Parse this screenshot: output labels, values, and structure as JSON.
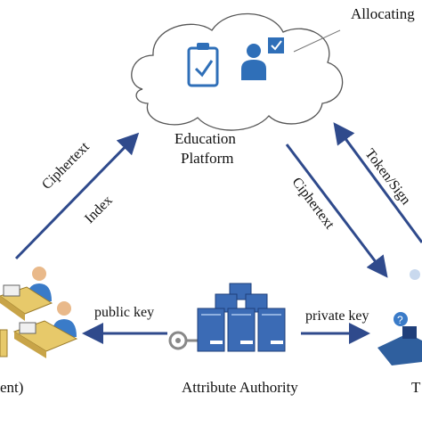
{
  "cloud": {
    "title_line1": "Education",
    "title_line2": "Platform",
    "callout": "Allocating"
  },
  "arrows": {
    "left_upper_line1": "Ciphertext",
    "left_upper_line2": "Index",
    "right_middle": "Ciphertext",
    "right_upper": "Token/Sign",
    "public_key": "public key",
    "private_key": "private key"
  },
  "nodes": {
    "authority": "Attribute Authority",
    "left_partial": "ent)",
    "right_partial": "T"
  },
  "colors": {
    "arrow": "#2f4a8c",
    "icon_blue": "#2f6fb8",
    "server_blue": "#3b6bb5",
    "cloud_stroke": "#555555"
  }
}
